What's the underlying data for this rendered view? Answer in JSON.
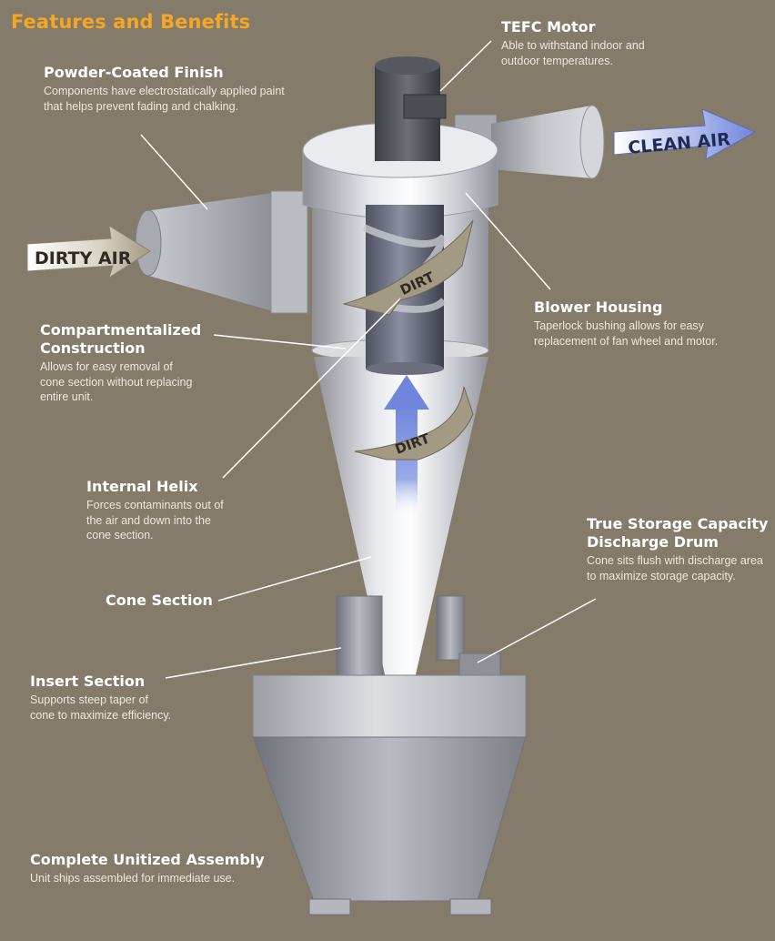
{
  "title": "Features and Benefits",
  "colors": {
    "background": "#857b6a",
    "title": "#f5a623",
    "leader_line": "#ffffff",
    "flow_arrow": "#7f96e0",
    "dirt_arrow": "#a39a83"
  },
  "flow_labels": {
    "dirty_air": "DIRTY AIR",
    "clean_air": "CLEAN AIR",
    "dirt_upper": "DIRT",
    "dirt_lower": "DIRT"
  },
  "callouts": {
    "tefc_motor": {
      "heading": "TEFC Motor",
      "line1": "Able to withstand indoor and",
      "line2": "outdoor temperatures."
    },
    "powder_coated": {
      "heading": "Powder-Coated Finish",
      "line1": "Components have electrostatically applied paint",
      "line2": "that helps prevent fading and chalking."
    },
    "blower_housing": {
      "heading": "Blower Housing",
      "line1": "Taperlock bushing allows for easy",
      "line2": "replacement of fan wheel and motor."
    },
    "compartmentalized": {
      "heading1": "Compartmentalized",
      "heading2": "Construction",
      "line1": "Allows for easy removal of",
      "line2": "cone section without replacing",
      "line3": "entire unit."
    },
    "internal_helix": {
      "heading": "Internal Helix",
      "line1": "Forces contaminants out of",
      "line2": "the air and down into the",
      "line3": "cone section."
    },
    "storage": {
      "heading1": "True Storage Capacity",
      "heading2": "Discharge Drum",
      "line1": "Cone sits flush with discharge area",
      "line2": "to maximize storage capacity."
    },
    "cone_section": {
      "heading": "Cone Section"
    },
    "insert_section": {
      "heading": "Insert Section",
      "line1": "Supports steep taper of",
      "line2": "cone to maximize efficiency."
    },
    "complete_assembly": {
      "heading": "Complete Unitized Assembly",
      "line1": "Unit ships assembled for immediate use."
    }
  }
}
